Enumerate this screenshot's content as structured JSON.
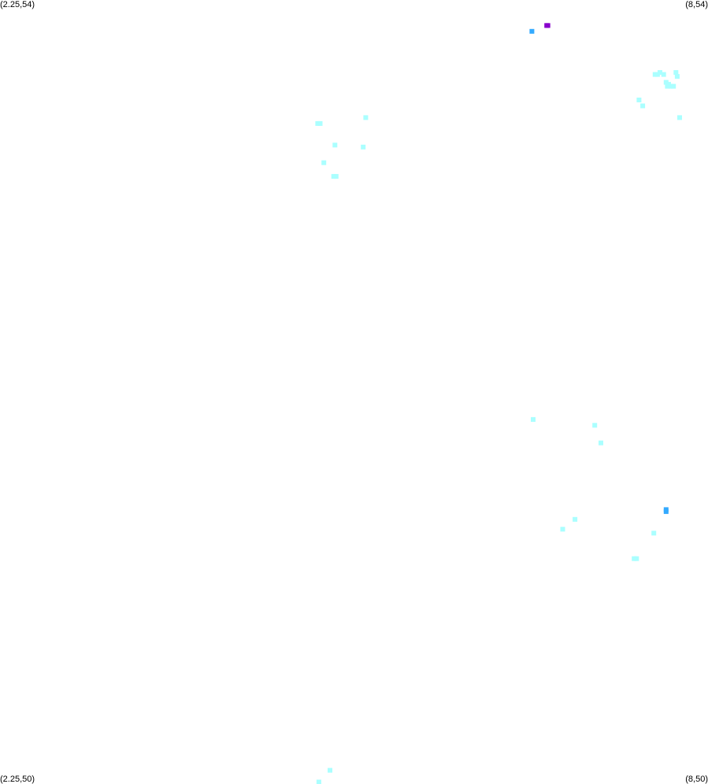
{
  "corners": {
    "top_left": "(2.25,54)",
    "top_right": "(8,54)",
    "bottom_left": "(2.25,50)",
    "bottom_right": "(8,50)"
  },
  "extent": {
    "lon_min": 2.25,
    "lon_max": 8,
    "lat_min": 50,
    "lat_max": 54
  },
  "colors": {
    "background": "#ffffff",
    "low": "#aaffff",
    "mid": "#33aaff",
    "high": "#8800cc"
  },
  "cells": [
    {
      "lon": 6.69,
      "lat": 53.87,
      "level": "high"
    },
    {
      "lon": 6.7,
      "lat": 53.87,
      "level": "high"
    },
    {
      "lon": 6.57,
      "lat": 53.84,
      "level": "mid"
    },
    {
      "lon": 7.57,
      "lat": 53.62,
      "level": "low"
    },
    {
      "lon": 7.59,
      "lat": 53.62,
      "level": "low"
    },
    {
      "lon": 7.61,
      "lat": 53.63,
      "level": "low"
    },
    {
      "lon": 7.64,
      "lat": 53.62,
      "level": "low"
    },
    {
      "lon": 7.74,
      "lat": 53.63,
      "level": "low"
    },
    {
      "lon": 7.75,
      "lat": 53.61,
      "level": "low"
    },
    {
      "lon": 7.66,
      "lat": 53.58,
      "level": "low"
    },
    {
      "lon": 7.68,
      "lat": 53.57,
      "level": "low"
    },
    {
      "lon": 7.7,
      "lat": 53.56,
      "level": "low"
    },
    {
      "lon": 7.72,
      "lat": 53.56,
      "level": "low"
    },
    {
      "lon": 7.67,
      "lat": 53.56,
      "level": "low"
    },
    {
      "lon": 7.44,
      "lat": 53.49,
      "level": "low"
    },
    {
      "lon": 7.47,
      "lat": 53.46,
      "level": "low"
    },
    {
      "lon": 7.77,
      "lat": 53.4,
      "level": "low"
    },
    {
      "lon": 4.83,
      "lat": 53.37,
      "level": "low"
    },
    {
      "lon": 4.85,
      "lat": 53.37,
      "level": "low"
    },
    {
      "lon": 5.22,
      "lat": 53.4,
      "level": "low"
    },
    {
      "lon": 4.97,
      "lat": 53.26,
      "level": "low"
    },
    {
      "lon": 5.2,
      "lat": 53.25,
      "level": "low"
    },
    {
      "lon": 4.88,
      "lat": 53.17,
      "level": "low"
    },
    {
      "lon": 4.96,
      "lat": 53.1,
      "level": "low"
    },
    {
      "lon": 4.98,
      "lat": 53.1,
      "level": "low"
    },
    {
      "lon": 6.58,
      "lat": 51.86,
      "level": "low"
    },
    {
      "lon": 7.08,
      "lat": 51.83,
      "level": "low"
    },
    {
      "lon": 7.13,
      "lat": 51.74,
      "level": "low"
    },
    {
      "lon": 7.66,
      "lat": 51.4,
      "level": "mid"
    },
    {
      "lon": 7.66,
      "lat": 51.39,
      "level": "mid"
    },
    {
      "lon": 6.92,
      "lat": 51.35,
      "level": "low"
    },
    {
      "lon": 6.82,
      "lat": 51.3,
      "level": "low"
    },
    {
      "lon": 7.56,
      "lat": 51.28,
      "level": "low"
    },
    {
      "lon": 7.4,
      "lat": 51.15,
      "level": "low"
    },
    {
      "lon": 7.42,
      "lat": 51.15,
      "level": "low"
    },
    {
      "lon": 4.93,
      "lat": 50.07,
      "level": "low"
    },
    {
      "lon": 4.84,
      "lat": 50.01,
      "level": "low"
    }
  ]
}
